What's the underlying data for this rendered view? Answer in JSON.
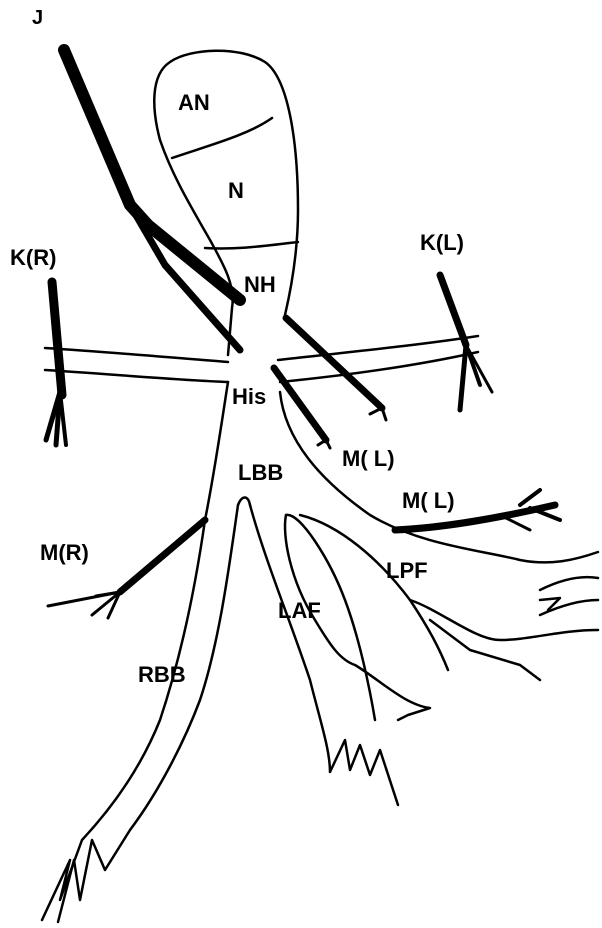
{
  "diagram": {
    "corner_mark": "J",
    "labels": {
      "an": "AN",
      "n": "N",
      "nh": "NH",
      "his": "His",
      "k_r": "K(R)",
      "k_l": "K(L)",
      "m_l_upper": "M( L)",
      "m_l_lower": "M( L)",
      "m_r": "M(R)",
      "lbb": "LBB",
      "lpf": "LPF",
      "laf": "LAF",
      "rbb": "RBB"
    },
    "colors": {
      "ink": "#000000",
      "paper": "#ffffff"
    }
  }
}
